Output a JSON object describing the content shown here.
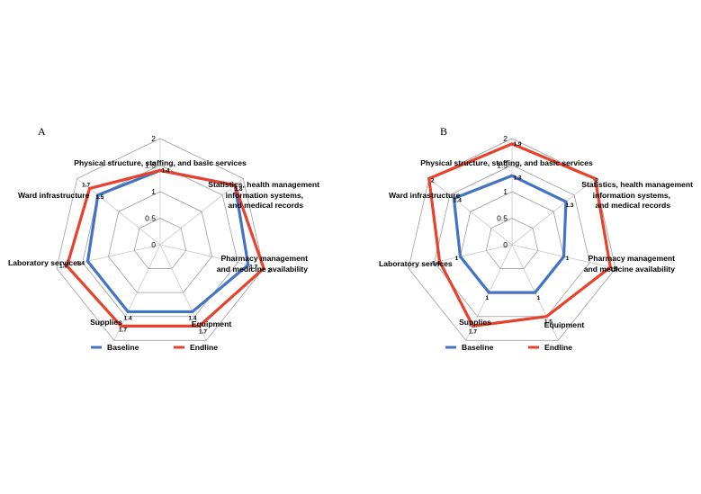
{
  "chart_data": [
    {
      "type": "radar",
      "panel": "A",
      "categories": [
        "Physical structure, staffing, and basic services",
        "Statistics, health management information systems, and medical records",
        "Pharmacy management and medicine availability",
        "Equipment",
        "Supplies",
        "Laboratory services",
        "Ward infrastructure"
      ],
      "rlim": [
        0,
        2
      ],
      "ticks": [
        "0",
        "0.5",
        "1",
        "1.5",
        "2"
      ],
      "grid": true,
      "legend": "bottom",
      "series": [
        {
          "name": "Baseline",
          "color": "#4472C4",
          "values": [
            1.4,
            1.8,
            1.7,
            1.4,
            1.4,
            1.4,
            1.5
          ],
          "labels": [
            "1.4",
            "1.8",
            "1.7",
            "1.4",
            "1.4",
            "1.4",
            "1.5"
          ]
        },
        {
          "name": "Endline",
          "color": "#E8412C",
          "values": [
            1.4,
            1.8,
            2.0,
            1.7,
            1.7,
            1.8,
            1.7
          ],
          "labels": [
            "",
            "",
            "2",
            "1.7",
            "1.7",
            "1.8",
            "1.7"
          ]
        }
      ]
    },
    {
      "type": "radar",
      "panel": "B",
      "categories": [
        "Physical structure, staffing, and basic services",
        "Statistics, health management information systems, and medical records",
        "Pharmacy management and medicine availability",
        "Equipment",
        "Supplies",
        "Laboratory services",
        "Ward infrastructure"
      ],
      "rlim": [
        0,
        2
      ],
      "ticks": [
        "0",
        "0.5",
        "1",
        "1.5",
        "2"
      ],
      "grid": true,
      "legend": "bottom",
      "series": [
        {
          "name": "Baseline",
          "color": "#4472C4",
          "values": [
            1.3,
            1.3,
            1.0,
            1.0,
            1.0,
            1.0,
            1.4
          ],
          "labels": [
            "1.3",
            "1.3",
            "1",
            "1",
            "1",
            "1",
            "1.4"
          ]
        },
        {
          "name": "Endline",
          "color": "#E8412C",
          "values": [
            1.9,
            2.0,
            1.9,
            1.5,
            1.7,
            1.4,
            2.0
          ],
          "labels": [
            "1.9",
            "2",
            "1.9",
            "1.5",
            "1.7",
            "1.4",
            "2"
          ]
        }
      ]
    }
  ]
}
